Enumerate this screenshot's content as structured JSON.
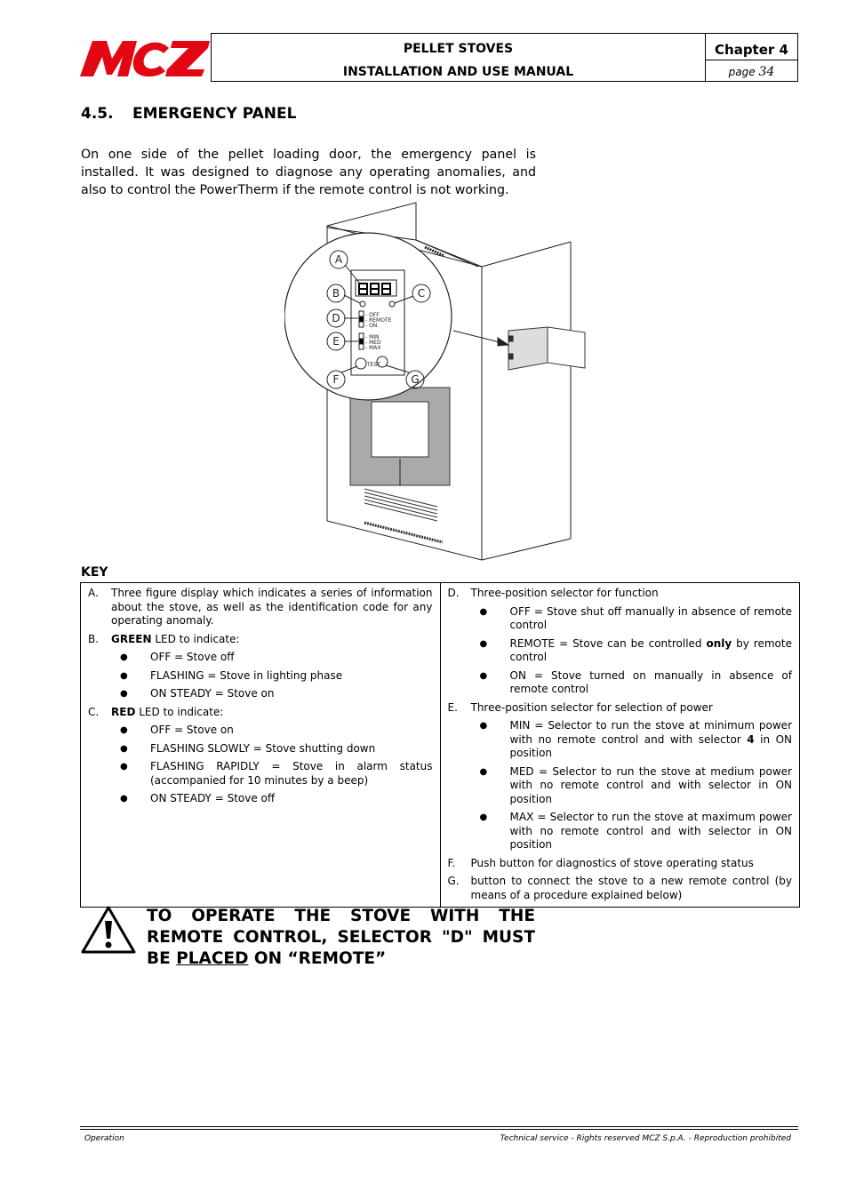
{
  "header": {
    "logo_text": "MCZ",
    "title_line1": "PELLET STOVES",
    "title_line2": "INSTALLATION AND USE MANUAL",
    "chapter": "Chapter 4",
    "page_label": "page",
    "page_number": "34",
    "brand_color": "#e30613"
  },
  "section": {
    "number": "4.5.",
    "title": "EMERGENCY PANEL",
    "intro": "On one side of the pellet loading door, the emergency panel is installed. It was designed to diagnose any operating anomalies, and also to control the PowerTherm if the remote control is not working."
  },
  "figure": {
    "callouts": [
      "A",
      "B",
      "C",
      "D",
      "E",
      "F",
      "G"
    ],
    "panel_labels": {
      "display": "888",
      "sel_d": [
        "- OFF",
        "- REMOTE",
        "- ON"
      ],
      "sel_e": [
        "- MIN",
        "- MED",
        "- MAX"
      ],
      "test": "TEST"
    }
  },
  "key": {
    "title": "KEY",
    "left": {
      "a_label": "A.",
      "a_text": "Three figure display which indicates a series of information about the stove, as well as the identification code for any operating anomaly.",
      "b_label": "B.",
      "b_bold": "GREEN",
      "b_text": " LED to indicate:",
      "b_items": [
        "OFF = Stove off",
        "FLASHING = Stove in lighting phase",
        "ON STEADY = Stove on"
      ],
      "c_label": "C.",
      "c_bold": "RED",
      "c_text": " LED to indicate:",
      "c_items": [
        "OFF = Stove on",
        "FLASHING SLOWLY = Stove shutting down",
        "FLASHING RAPIDLY = Stove in alarm status (accompanied for 10 minutes by a beep)",
        "ON STEADY = Stove off"
      ]
    },
    "right": {
      "d_label": "D.",
      "d_text": "Three-position selector for function",
      "d_item1": "OFF = Stove shut off manually in absence of remote control",
      "d_item2_pre": "REMOTE = Stove can be controlled ",
      "d_item2_bold": "only",
      "d_item2_post": "  by remote control",
      "d_item3": "ON = Stove turned on manually in absence of remote control",
      "e_label": "E.",
      "e_text": "Three-position selector for selection of power",
      "e_item1_pre": "MIN = Selector to run the stove at minimum power with no remote control and with selector ",
      "e_item1_bold": "4",
      "e_item1_post": " in ON position",
      "e_item2": "MED = Selector to run the stove at medium power with no remote control and with selector  in ON position",
      "e_item3": "MAX = Selector to run the stove at maximum power with no remote control and with selector  in ON position",
      "f_label": "F.",
      "f_text": "Push button for diagnostics of stove operating status",
      "g_label": "G.",
      "g_text": "button to connect the stove to a new remote control (by means of a procedure explained below)"
    }
  },
  "warning": {
    "line_pre": "TO OPERATE THE STOVE WITH THE REMOTE CONTROL, SELECTOR \"D\" MUST BE ",
    "underlined": "PLACED",
    "line_post": " ON “REMOTE”"
  },
  "footer": {
    "left": "Operation",
    "right": "Technical service - Rights reserved MCZ S.p.A. - Reproduction prohibited"
  }
}
